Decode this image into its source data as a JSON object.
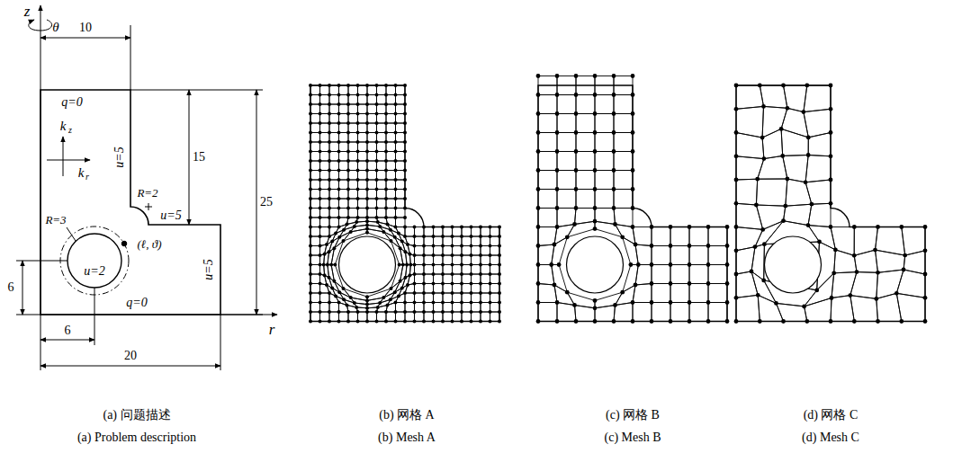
{
  "diagram": {
    "labels": [
      "z",
      "θ",
      "10",
      "q=0",
      "u=5",
      "15",
      "25",
      "k",
      "z",
      "k",
      "r",
      "R=2",
      "u=5",
      "R=3",
      "(ℓ, ϑ)",
      "u=2",
      "u=5",
      "6",
      "q=0",
      "6",
      "r",
      "20",
      "(a) 问题描述",
      "(a) Problem description",
      "(b) 网格 A",
      "(b) Mesh A",
      "(c) 网格 B",
      "(c) Mesh B",
      "(d) 网格 C",
      "(d) Mesh C"
    ]
  }
}
